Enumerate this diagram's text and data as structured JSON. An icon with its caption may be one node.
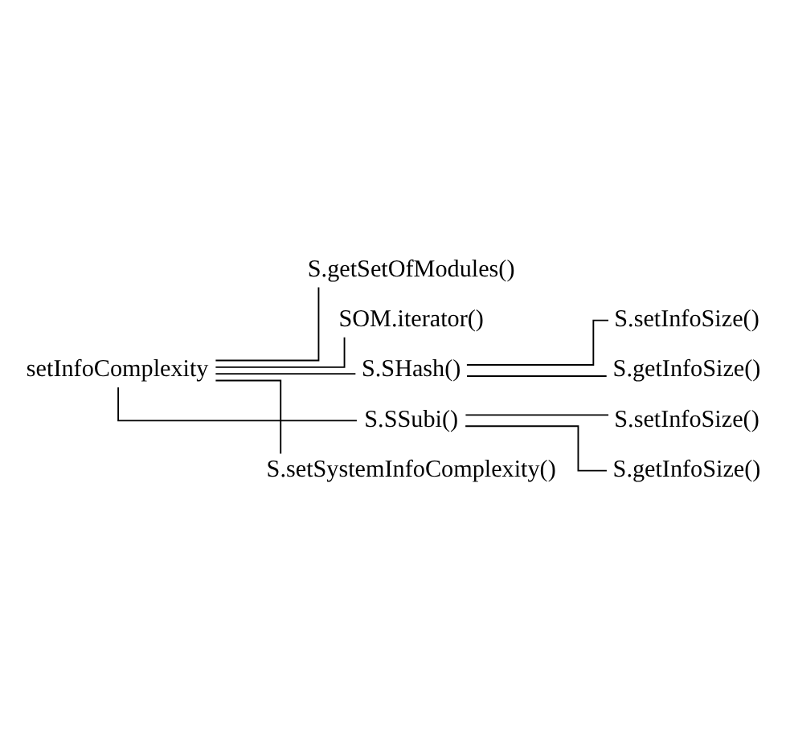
{
  "diagram": {
    "nodes": [
      {
        "text": [
          "setInfoComplexity"
        ]
      },
      {
        "text": [
          "S.getSetOfModules()"
        ]
      },
      {
        "text": [
          "SOM.iterator()"
        ]
      },
      {
        "text": [
          "S.SHash()"
        ]
      },
      {
        "text": [
          "S.setInfoSize()"
        ]
      },
      {
        "text": [
          "S.getInfoSize()"
        ]
      },
      {
        "text": [
          "S.SSubi()"
        ]
      },
      {
        "text": [
          "S.setInfoSize()"
        ]
      },
      {
        "text": [
          "S.getInfoSize()"
        ]
      },
      {
        "text": [
          "S.setSystemInfoComplexity()"
        ]
      }
    ],
    "edges": [
      {
        "from": 0,
        "to": 1,
        "arrow": "none"
      },
      {
        "from": 0,
        "to": 2,
        "arrow": "none"
      },
      {
        "from": 0,
        "to": 3,
        "arrow": "none"
      },
      {
        "from": 3,
        "to": 4,
        "arrow": "none"
      },
      {
        "from": 3,
        "to": 5,
        "arrow": "none"
      },
      {
        "from": 0,
        "to": 6,
        "arrow": "none"
      },
      {
        "from": 6,
        "to": 7,
        "arrow": "none"
      },
      {
        "from": 6,
        "to": 8,
        "arrow": "none"
      },
      {
        "from": 0,
        "to": 9,
        "arrow": "none"
      }
    ]
  }
}
